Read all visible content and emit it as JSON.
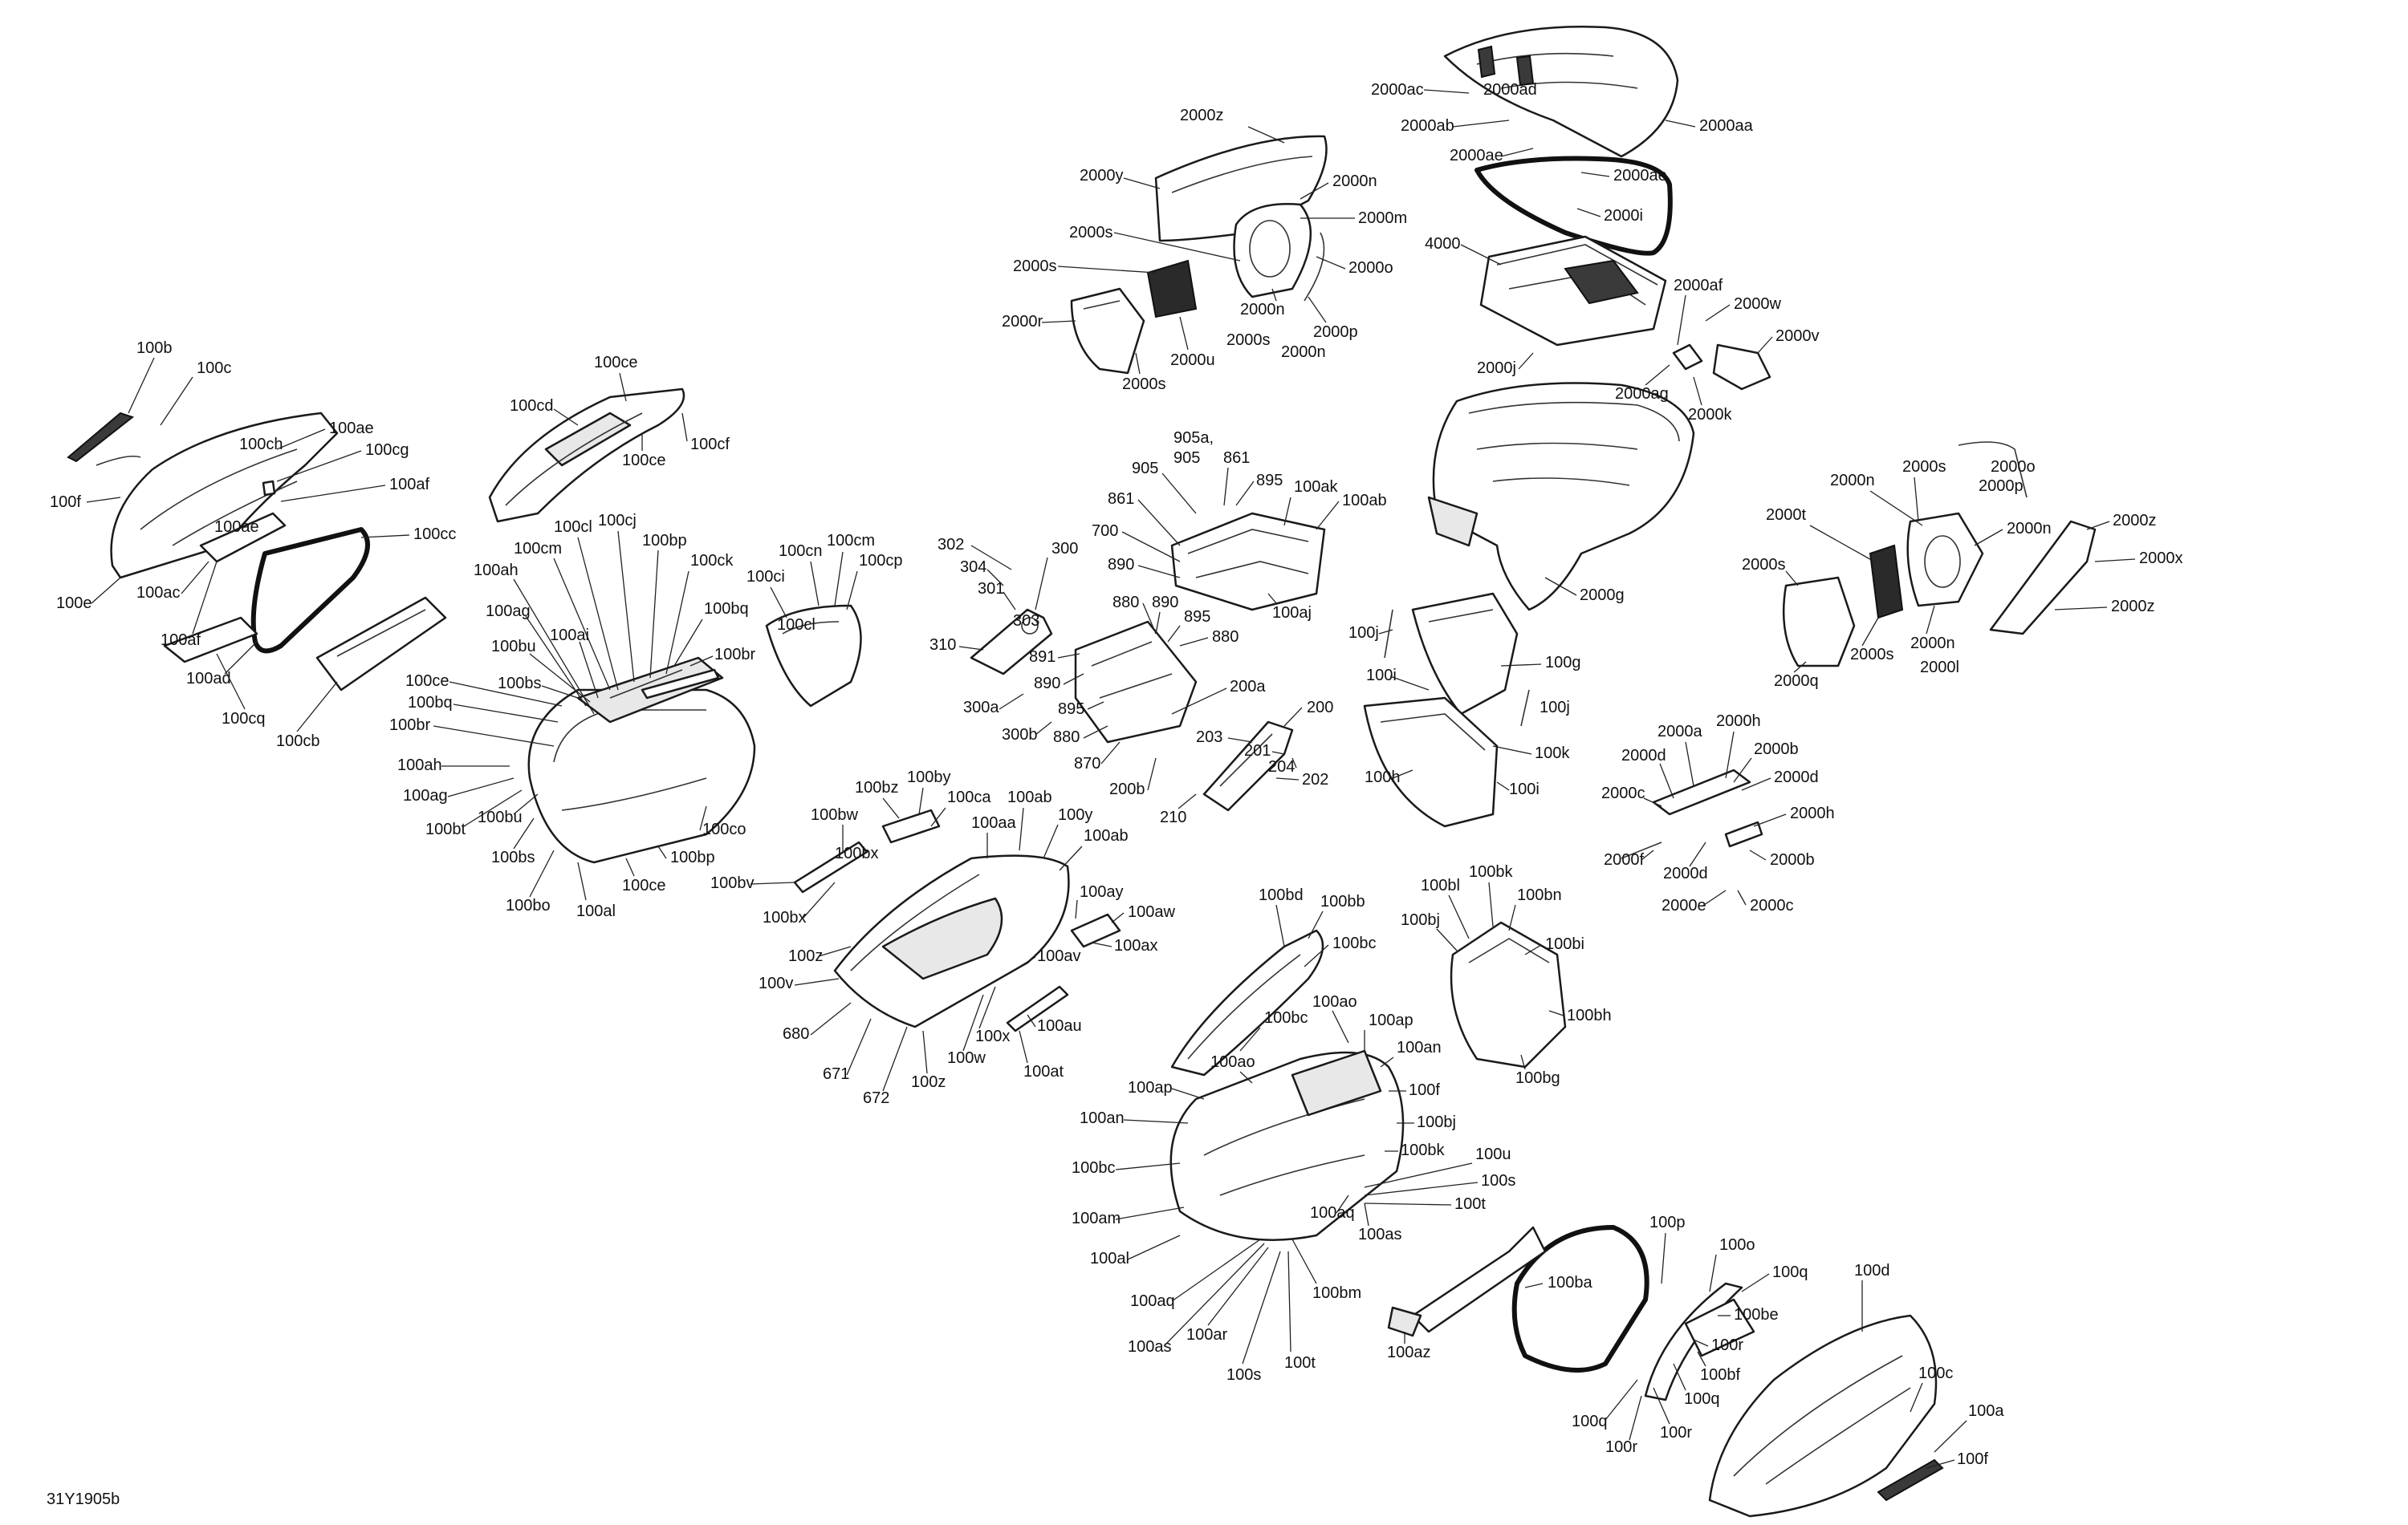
{
  "drawing_code": "31Y1905b",
  "callouts": {
    "l2000z_a": "2000z",
    "l2000y": "2000y",
    "l2000n_a": "2000n",
    "l2000m": "2000m",
    "l2000s_a": "2000s",
    "l2000s_b": "2000s",
    "l2000o_a": "2000o",
    "l2000r": "2000r",
    "l2000n_b": "2000n",
    "l2000s_c": "2000s",
    "l2000n_c": "2000n",
    "l2000p_a": "2000p",
    "l2000u": "2000u",
    "l2000s_d": "2000s",
    "l2000ac": "2000ac",
    "l2000ad": "2000ad",
    "l2000ab": "2000ab",
    "l2000aa": "2000aa",
    "l2000ae_a": "2000ae",
    "l2000ae_b": "2000ae",
    "l2000i": "2000i",
    "l4000": "4000",
    "l2000af": "2000af",
    "l2000w": "2000w",
    "l2000v": "2000v",
    "l2000j": "2000j",
    "l2000ag": "2000ag",
    "l2000k": "2000k",
    "l2000g": "2000g",
    "l100b_a": "100b",
    "l100c_a": "100c",
    "l100ae_a": "100ae",
    "l100ch": "100ch",
    "l100cg": "100cg",
    "l100af_a": "100af",
    "l100f_a": "100f",
    "l100cc": "100cc",
    "l100ae_b": "100ae",
    "l100ac": "100ac",
    "l100e": "100e",
    "l100af_b": "100af",
    "l100ad": "100ad",
    "l100cq": "100cq",
    "l100cb": "100cb",
    "l100ce_a": "100ce",
    "l100cd": "100cd",
    "l100cf": "100cf",
    "l100ce_b": "100ce",
    "l100cl": "100cl",
    "l100cj": "100cj",
    "l100cm_a": "100cm",
    "l100bp_a": "100bp",
    "l100ah_a": "100ah",
    "l100ck": "100ck",
    "l100ag_a": "100ag",
    "l100bq_a": "100bq",
    "l100ai": "100ai",
    "l100br_a": "100br",
    "l100bu_a": "100bu",
    "l100bs_a": "100bs",
    "l100ce_c": "100ce",
    "l100bq_b": "100bq",
    "l100br_b": "100br",
    "l100ah_b": "100ah",
    "l100ag_b": "100ag",
    "l100bt": "100bt",
    "l100bu_b": "100bu",
    "l100co": "100co",
    "l100bs_b": "100bs",
    "l100ce_d": "100ce",
    "l100bp_b": "100bp",
    "l100bo": "100bo",
    "l100al_a": "100al",
    "l100cn": "100cn",
    "l100cm_b": "100cm",
    "l100cp": "100cp",
    "l100ci": "100ci",
    "l100cl_b": "100cl",
    "l302": "302",
    "l300": "300",
    "l304": "304",
    "l301": "301",
    "l303": "303",
    "l310": "310",
    "l891": "891",
    "l890_a": "890",
    "l300a": "300a",
    "l300b": "300b",
    "l895_a": "895",
    "l880_a": "880",
    "l870": "870",
    "l905a": "905a,",
    "l905": "905",
    "l905_b": "905",
    "l861_a": "861",
    "l895_b": "895",
    "l100ak": "100ak",
    "l100ab_a": "100ab",
    "l861_b": "861",
    "l700": "700",
    "l890_b": "890",
    "l880_b": "880",
    "l890_c": "890",
    "l895_c": "895",
    "l880_c": "880",
    "l100aj": "100aj",
    "l200a": "200a",
    "l200": "200",
    "l203": "203",
    "l201": "201",
    "l204": "204",
    "l202": "202",
    "l200b": "200b",
    "l210": "210",
    "l100j_a": "100j",
    "l100g": "100g",
    "l100i_a": "100i",
    "l100j_b": "100j",
    "l100h": "100h",
    "l100k": "100k",
    "l100i_b": "100i",
    "l2000n_d": "2000n",
    "l2000s_e": "2000s",
    "l2000o_b": "2000o",
    "l2000p_b": "2000p",
    "l2000t": "2000t",
    "l2000n_e": "2000n",
    "l2000z_b": "2000z",
    "l2000s_f": "2000s",
    "l2000x": "2000x",
    "l2000z_c": "2000z",
    "l2000q_a": "2000q",
    "l2000s_g": "2000s",
    "l2000n_f": "2000n",
    "l2000l": "2000l",
    "l2000a": "2000a",
    "l2000h_a": "2000h",
    "l2000d_a": "2000d",
    "l2000b_a": "2000b",
    "l2000d_b": "2000d",
    "l2000c_a": "2000c",
    "l2000h_b": "2000h",
    "l2000f": "2000f",
    "l2000b_b": "2000b",
    "l2000d_c": "2000d",
    "l2000e": "2000e",
    "l2000c_b": "2000c",
    "l100bz": "100bz",
    "l100by": "100by",
    "l100bw": "100bw",
    "l100ca": "100ca",
    "l100ab_b": "100ab",
    "l100aa": "100aa",
    "l100y": "100y",
    "l100ab_c": "100ab",
    "l100bx": "100bx",
    "l100ay": "100ay",
    "l100bv": "100bv",
    "l100aw": "100aw",
    "l100bx_b": "100bx",
    "l100z_a": "100z",
    "l100ax": "100ax",
    "l100v": "100v",
    "l100av": "100av",
    "l680": "680",
    "l100au": "100au",
    "l671": "671",
    "l100x": "100x",
    "l100w": "100w",
    "l672": "672",
    "l100z_b": "100z",
    "l100at": "100at",
    "l100bd": "100bd",
    "l100bb": "100bb",
    "l100bc_a": "100bc",
    "l100bl": "100bl",
    "l100bk_a": "100bk",
    "l100bn": "100bn",
    "l100bj_a": "100bj",
    "l100bi": "100bi",
    "l100bh": "100bh",
    "l100bg": "100bg",
    "l100bc_b": "100bc",
    "l100ao_a": "100ao",
    "l100ap_a": "100ap",
    "l100ao_b": "100ao",
    "l100an_a": "100an",
    "l100ap_b": "100ap",
    "l100f_b": "100f",
    "l100bj_b": "100bj",
    "l100an_b": "100an",
    "l100bk_b": "100bk",
    "l100bc_c": "100bc",
    "l100u": "100u",
    "l100s_a": "100s",
    "l100t_a": "100t",
    "l100am": "100am",
    "l100aq_a": "100aq",
    "l100as_a": "100as",
    "l100al_b": "100al",
    "l100aq_b": "100aq",
    "l100bm": "100bm",
    "l100ar": "100ar",
    "l100s_b": "100s",
    "l100t_b": "100t",
    "l100as_b": "100as",
    "l100ba": "100ba",
    "l100az": "100az",
    "l100p": "100p",
    "l100o": "100o",
    "l100q_a": "100q",
    "l100d": "100d",
    "l100be": "100be",
    "l100r_a": "100r",
    "l100bf": "100bf",
    "l100q_b": "100q",
    "l100q_c": "100q",
    "l100r_b": "100r",
    "l100r_c": "100r",
    "l100c_b": "100c",
    "l100a": "100a",
    "l100f_c": "100f"
  }
}
